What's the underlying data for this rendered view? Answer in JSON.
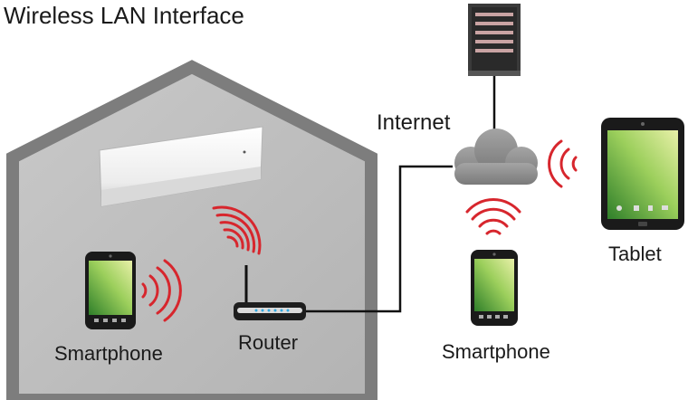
{
  "title": "Wireless LAN Interface",
  "labels": {
    "internet": "Internet",
    "smartphone_home": "Smartphone",
    "router": "Router",
    "smartphone_remote": "Smartphone",
    "tablet": "Tablet"
  },
  "colors": {
    "house_fill": "#bdbdbd",
    "house_stroke": "#7d7d7d",
    "signal": "#d7262d",
    "cloud": "#8a8a8a",
    "cable": "#111111",
    "title": "#777777"
  },
  "icons": [
    "house-icon",
    "air-conditioner-icon",
    "router-icon",
    "server-icon",
    "cloud-icon",
    "smartphone-icon",
    "tablet-icon",
    "wifi-signal-icon"
  ]
}
